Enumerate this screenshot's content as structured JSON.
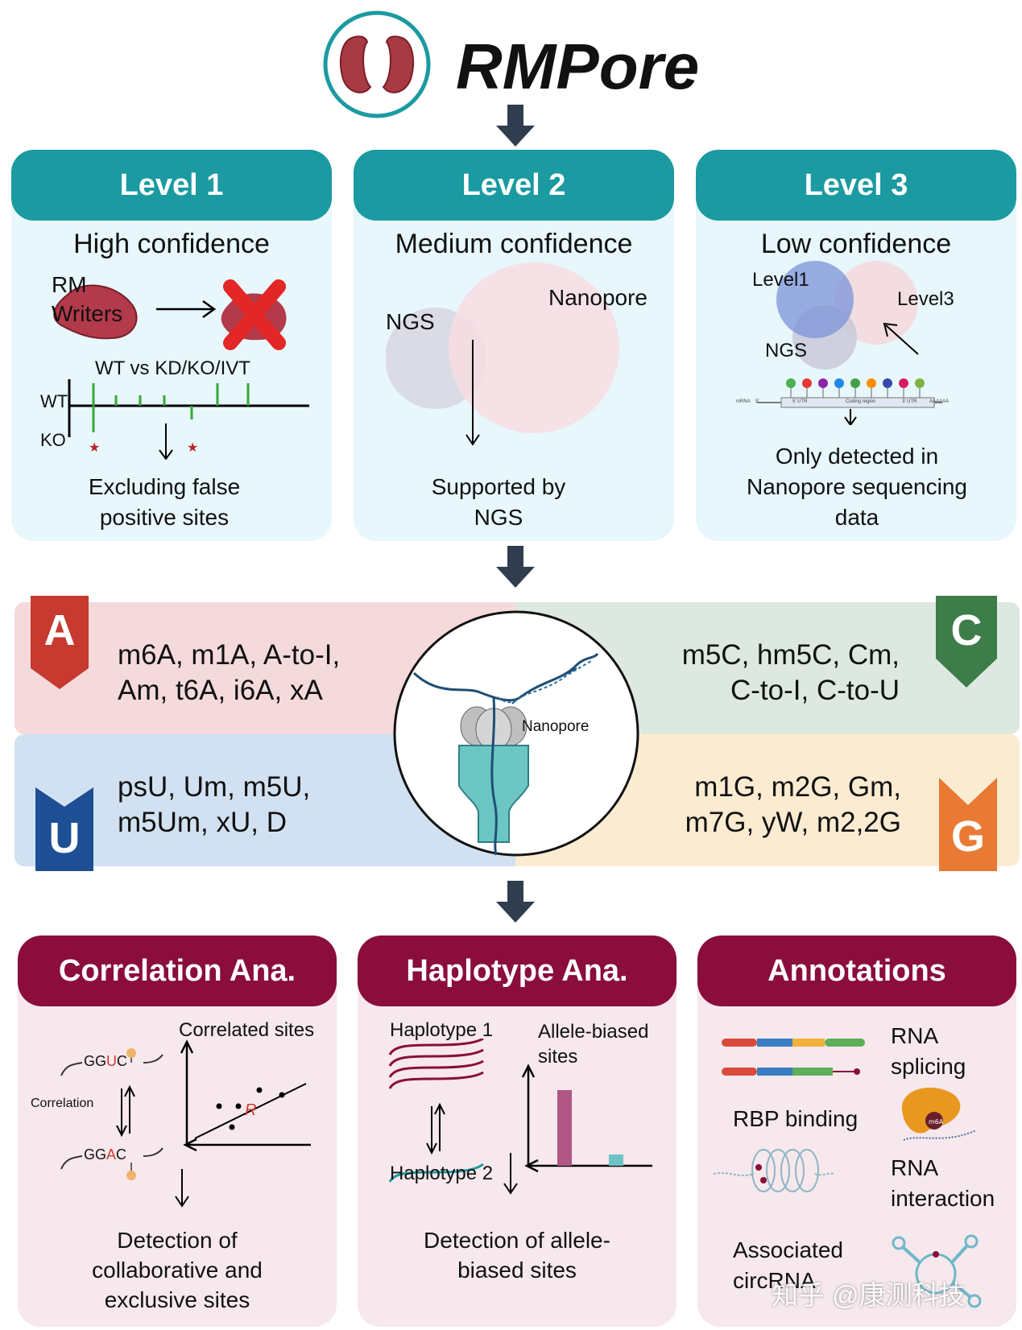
{
  "title": "RMPore",
  "levels": [
    {
      "heading": "Level 1",
      "subtitle": "High confidence",
      "rm_label": "RM\nWriters",
      "plot_title": "WT vs KD/KO/IVT",
      "wt": "WT",
      "ko": "KO",
      "caption": "Excluding false positive sites"
    },
    {
      "heading": "Level 2",
      "subtitle": "Medium confidence",
      "ngs": "NGS",
      "nanopore": "Nanopore",
      "caption": "Supported by NGS"
    },
    {
      "heading": "Level 3",
      "subtitle": "Low confidence",
      "level1": "Level1",
      "level3": "Level3",
      "ngs": "NGS",
      "track_labels": [
        "mRNA",
        "5'",
        "5' UTR",
        "Coding region",
        "3' UTR",
        "AAAAAA"
      ],
      "caption": "Only detected in Nanopore sequencing data"
    }
  ],
  "modifications": {
    "A": {
      "letter": "A",
      "line1": "m6A, m1A, A-to-I,",
      "line2": "Am, t6A, i6A, xA",
      "color": "#c63a2f"
    },
    "C": {
      "letter": "C",
      "line1": "m5C, hm5C, Cm,",
      "line2": "C-to-I, C-to-U",
      "color": "#3d7d4a"
    },
    "U": {
      "letter": "U",
      "line1": "psU, Um, m5U,",
      "line2": "m5Um, xU, D",
      "color": "#1e4f94"
    },
    "G": {
      "letter": "G",
      "line1": "m1G, m2G, Gm,",
      "line2": "m7G, yW, m2,2G",
      "color": "#e87a34"
    },
    "nanopore_label": "Nanopore"
  },
  "analyses": [
    {
      "heading": "Correlation Ana.",
      "correlated_sites": "Correlated sites",
      "seq1_pre": "GG",
      "seq1_mod": "U",
      "seq1_post": "C",
      "seq2_pre": "GG",
      "seq2_mod": "A",
      "seq2_post": "C",
      "correlation": "Correlation",
      "r_label": "R",
      "caption": "Detection of collaborative and exclusive sites"
    },
    {
      "heading": "Haplotype Ana.",
      "haplotype1": "Haplotype 1",
      "haplotype2": "Haplotype 2",
      "allele_biased": "Allele-biased sites",
      "caption": "Detection of allele-biased sites"
    },
    {
      "heading": "Annotations",
      "rna_splicing": "RNA splicing",
      "rbp_binding": "RBP binding",
      "m6a_label": "m6A",
      "rna_interaction": "RNA interaction",
      "associated_circrna": "Associated circRNA"
    }
  ],
  "watermark": "知乎 @康测科技",
  "colors": {
    "teal": "#1b9aa1",
    "maroon": "#8a0d3c",
    "arrow": "#2f3d4e"
  }
}
